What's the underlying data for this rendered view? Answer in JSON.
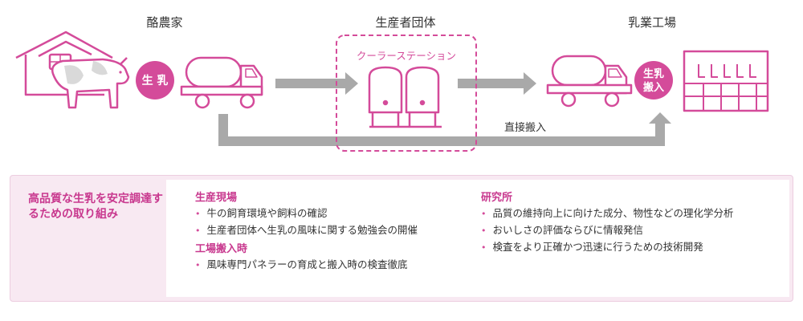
{
  "colors": {
    "accent": "#d44b9a",
    "arrow": "#a9a9a9",
    "panel_bg": "#f8e9f2"
  },
  "icons": [
    "farm-house-icon",
    "cow-icon",
    "milk-tanker-truck-icon",
    "cooler-tank-icon",
    "factory-icon"
  ],
  "flow": {
    "farmer_label": "酪農家",
    "group_label": "生産者団体",
    "factory_label": "乳業工場",
    "cooler_station_label": "クーラーステーション",
    "raw_milk_badge": "生 乳",
    "delivery_badge_line1": "生乳",
    "delivery_badge_line2": "搬入",
    "direct_delivery_label": "直接搬入"
  },
  "initiatives": {
    "heading": "高品質な生乳を安定調達するための取り組み",
    "groups_left": [
      {
        "title": "生産現場",
        "items": [
          "牛の飼育環境や飼料の確認",
          "生産者団体へ生乳の風味に関する勉強会の開催"
        ]
      },
      {
        "title": "工場搬入時",
        "items": [
          "風味専門パネラーの育成と搬入時の検査徹底"
        ]
      }
    ],
    "groups_right": [
      {
        "title": "研究所",
        "items": [
          "品質の維持向上に向けた成分、物性などの理化学分析",
          "おいしさの評価ならびに情報発信",
          "検査をより正確かつ迅速に行うための技術開発"
        ]
      }
    ]
  }
}
